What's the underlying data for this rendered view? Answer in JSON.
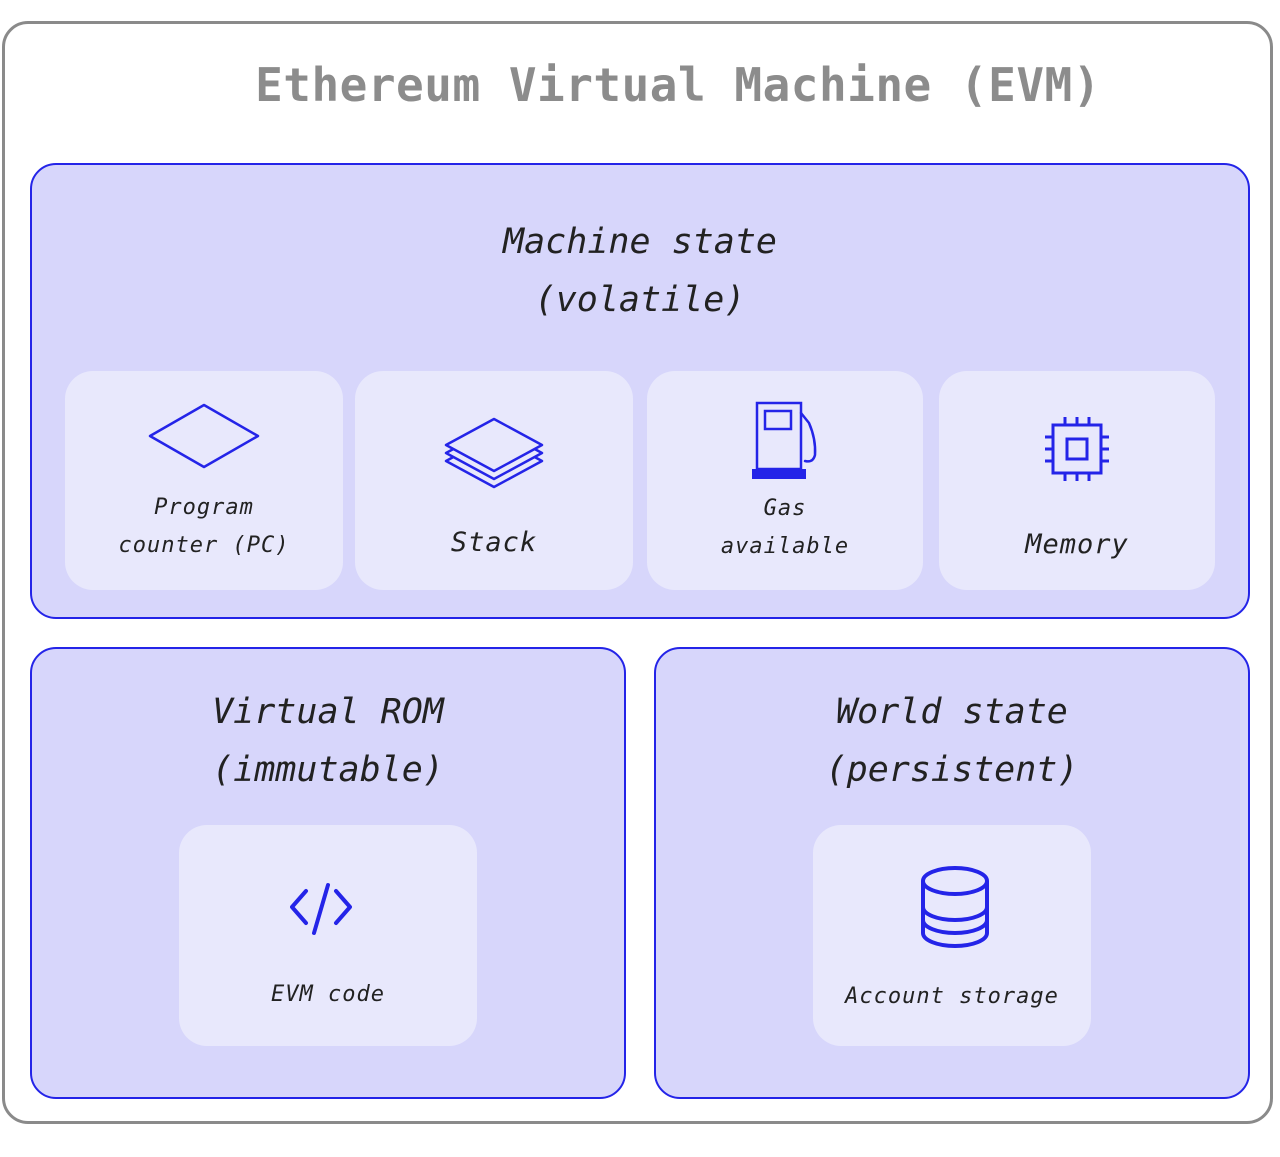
{
  "title": "Ethereum Virtual Machine (EVM)",
  "machine_state": {
    "heading": "Machine state\n(volatile)",
    "items": [
      {
        "label": "Program\ncounter (PC)",
        "icon": "diamond-icon"
      },
      {
        "label": "Stack",
        "icon": "layers-icon"
      },
      {
        "label": "Gas\navailable",
        "icon": "gas-pump-icon"
      },
      {
        "label": "Memory",
        "icon": "chip-icon"
      }
    ]
  },
  "virtual_rom": {
    "heading": "Virtual ROM\n(immutable)",
    "item": {
      "label": "EVM code",
      "icon": "code-icon"
    }
  },
  "world_state": {
    "heading": "World state\n(persistent)",
    "item": {
      "label": "Account storage",
      "icon": "database-icon"
    }
  },
  "colors": {
    "accent": "#2424e8",
    "panel": "#d7d6fb",
    "card": "#e8e8fc",
    "title": "#8c8c8c",
    "border": "#8a8a8a"
  }
}
